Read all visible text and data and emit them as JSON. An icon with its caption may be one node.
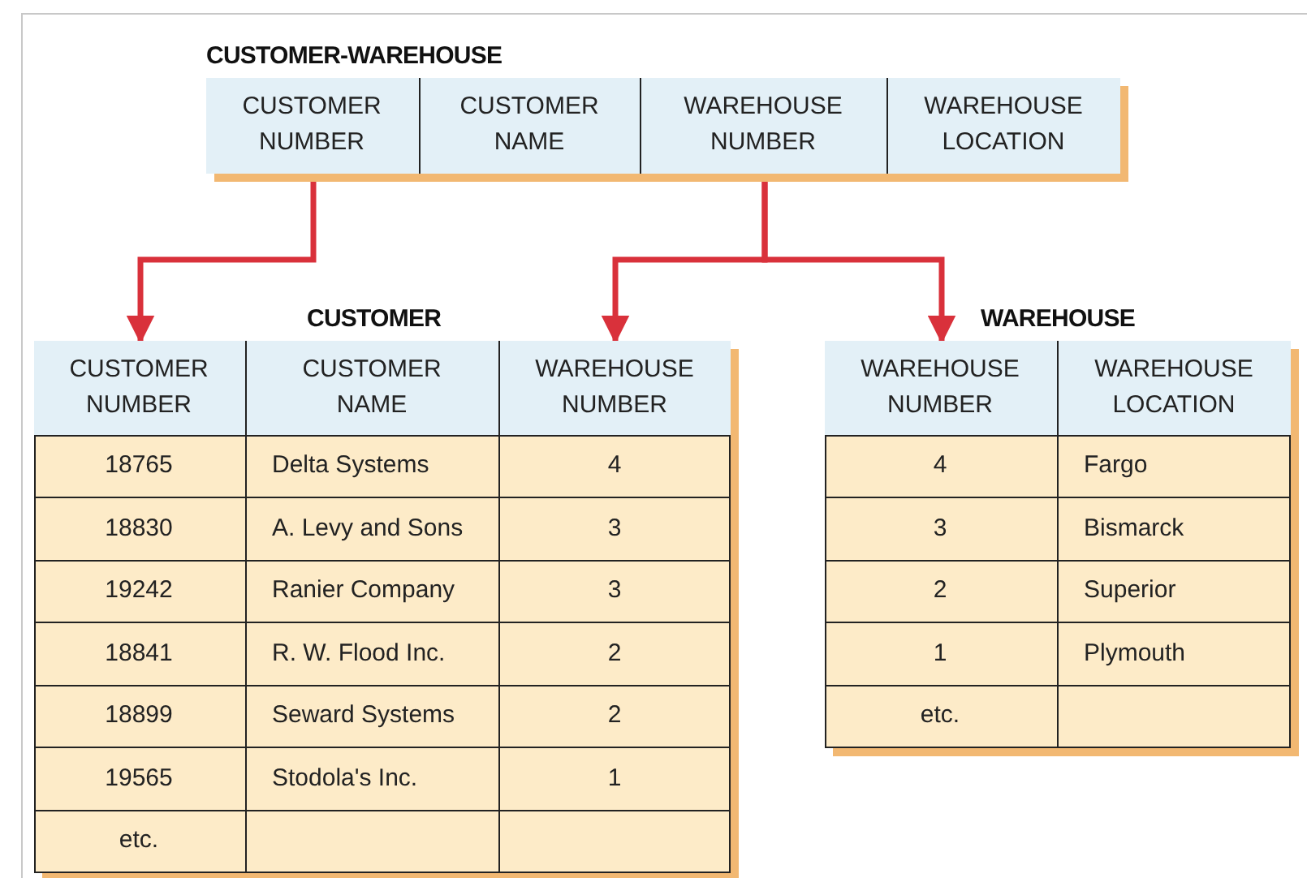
{
  "diagram": {
    "nodes": [
      {
        "text": [
          "CUSTOMER-WAREHOUSE"
        ]
      },
      {
        "text": [
          "CUSTOMER NUMBER"
        ],
        "in": 0
      },
      {
        "text": [
          "CUSTOMER NAME"
        ],
        "in": 0
      },
      {
        "text": [
          "WAREHOUSE NUMBER"
        ],
        "in": 0
      },
      {
        "text": [
          "WAREHOUSE LOCATION"
        ],
        "in": 0
      },
      {
        "text": [
          "CUSTOMER"
        ]
      },
      {
        "text": [
          "CUSTOMER NUMBER"
        ],
        "in": 5
      },
      {
        "text": [
          "CUSTOMER NAME"
        ],
        "in": 5
      },
      {
        "text": [
          "WAREHOUSE NUMBER"
        ],
        "in": 5
      },
      {
        "text": [
          "WAREHOUSE"
        ]
      },
      {
        "text": [
          "WAREHOUSE NUMBER"
        ],
        "in": 9
      },
      {
        "text": [
          "WAREHOUSE LOCATION"
        ],
        "in": 9
      }
    ],
    "edges": [
      {
        "from": 1,
        "to": 6,
        "arrow": "to"
      },
      {
        "from": 3,
        "to": 8,
        "arrow": "to"
      },
      {
        "from": 3,
        "to": 10,
        "arrow": "to"
      }
    ],
    "labels": [
      "18765",
      "Delta Systems",
      "4",
      "18830",
      "A. Levy and Sons",
      "3",
      "19242",
      "Ranier Company",
      "3",
      "18841",
      "R. W. Flood Inc.",
      "2",
      "18899",
      "Seward Systems",
      "2",
      "19565",
      "Stodola's Inc.",
      "1",
      "etc.",
      "4",
      "Fargo",
      "3",
      "Bismarck",
      "2",
      "Superior",
      "1",
      "Plymouth",
      "etc."
    ]
  }
}
